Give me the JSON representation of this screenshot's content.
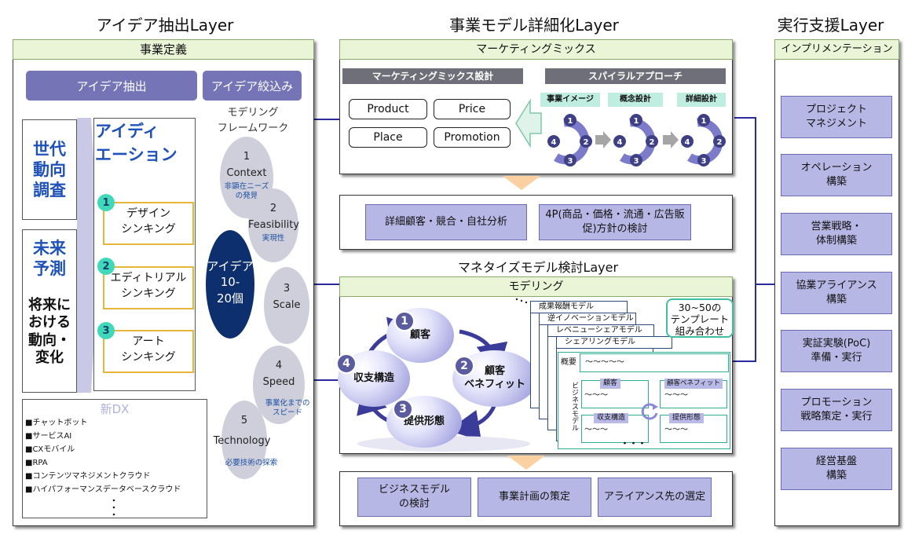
{
  "layers": {
    "idea": "アイデア抽出Layer",
    "business": "事業モデル詳細化Layer",
    "execution": "実行支援Layer",
    "monetize": "マネタイズモデル検討Layer"
  },
  "left": {
    "header": "事業定義",
    "btn_extract": "アイデア抽出",
    "btn_narrow": "アイデア絞込み",
    "trend_lines": [
      "世代",
      "動向",
      "調査"
    ],
    "future_lines": [
      "未来",
      "予測"
    ],
    "future_sub_lines": [
      "将来に",
      "おける",
      "動向・",
      "変化"
    ],
    "ideation_lines": [
      "アイディ",
      "エーション"
    ],
    "thinking": [
      {
        "num": "1",
        "lines": [
          "デザイン",
          "シンキング"
        ]
      },
      {
        "num": "2",
        "lines": [
          "エディトリアル",
          "シンキング"
        ]
      },
      {
        "num": "3",
        "lines": [
          "アート",
          "シンキング"
        ]
      }
    ],
    "framework_lines": [
      "モデリング",
      "フレームワーク"
    ],
    "frameworks": [
      {
        "num": "1",
        "title": "Context",
        "sub_lines": [
          "非顕在ニーズ",
          "の発見"
        ]
      },
      {
        "num": "2",
        "title": "Feasibility",
        "sub_lines": [
          "実現性"
        ]
      },
      {
        "num": "3",
        "title": "Scale",
        "sub_lines": []
      },
      {
        "num": "4",
        "title": "Speed",
        "sub_lines": [
          "事業化までの",
          "スピード"
        ]
      },
      {
        "num": "5",
        "title": "Technology",
        "sub_lines": [
          "必要技術の探索"
        ]
      }
    ],
    "idea_count_lines": [
      "アイデア",
      "10-",
      "20個"
    ],
    "newdx": {
      "title": "新DX",
      "items": [
        "■チャットボット",
        "■サービスAI",
        "■CXモバイル",
        "■RPA",
        "■コンテンツマネジメントクラウド",
        "■ハイパフォーマンスデータベースクラウド"
      ]
    }
  },
  "mid": {
    "mm_header": "マーケティングミックス",
    "mm_design": "マーケティングミックス設計",
    "spiral": "スパイラルアプローチ",
    "four_p": [
      "Product",
      "Price",
      "Place",
      "Promotion"
    ],
    "stages": [
      "事業イメージ",
      "概念設計",
      "詳細設計"
    ],
    "cycle_nums": [
      "1",
      "2",
      "3",
      "4"
    ],
    "analysis": [
      "詳細顧客・競合・自社分析",
      "4P(商品・価格・流通・広告販促)方針の検討"
    ],
    "modeling_header": "モデリング",
    "cycle": {
      "n1": "1",
      "c1": "顧客",
      "n2": "2",
      "c2_lines": [
        "顧客",
        "ベネフィット"
      ],
      "n3": "3",
      "c3": "提供形態",
      "n4": "4",
      "c4": "収支構造"
    },
    "templates": [
      "成果報酬モデル",
      "逆イノベーションモデル",
      "レベニューシェアモデル",
      "シェアリングモデル"
    ],
    "template_note_lines": [
      "30~50の",
      "テンプレート",
      "組み合わせ"
    ],
    "overview": "概要",
    "overview_val": "～～～～～",
    "biz_label": "ビジネスモデル",
    "mini": [
      "顧客",
      "顧客ベネフィット",
      "収支構造",
      "提供形態"
    ],
    "mini_val": "～～～",
    "dots": "・・・",
    "bottom": [
      "ビジネスモデルの検討",
      "事業計画の策定",
      "アライアンス先の選定"
    ]
  },
  "right": {
    "header": "インプリメンテーション",
    "items": [
      [
        "プロジェクト",
        "マネジメント"
      ],
      [
        "オペレーション",
        "構築"
      ],
      [
        "営業戦略・",
        "体制構築"
      ],
      [
        "協業アライアンス",
        "構築"
      ],
      [
        "実証実験(PoC)",
        "準備・実行"
      ],
      [
        "プロモーション",
        "戦略策定・実行"
      ],
      [
        "経営基盤",
        "構築"
      ]
    ]
  }
}
